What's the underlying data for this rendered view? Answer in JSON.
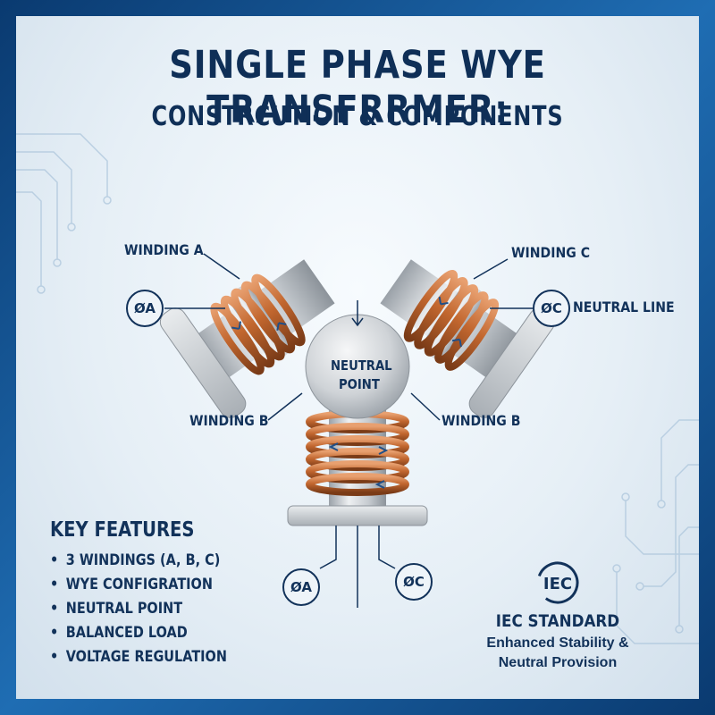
{
  "title": {
    "line1": "SINGLE PHASE WYE TRANSFRRMER:",
    "line2": "CONSTRCUTION & COMPONENTS"
  },
  "labels": {
    "winding_a": "WINDING A",
    "winding_c": "WINDING C",
    "winding_b_left": "WINDING B",
    "winding_b_right": "WINDING B",
    "neutral_line": "NEUTRAL LINE",
    "neutral_point_1": "NEUTRAL",
    "neutral_point_2": "POINT"
  },
  "phases": {
    "a_left": "ØA",
    "c_right": "ØC",
    "a_bottom": "ØA",
    "c_bottom": "ØC"
  },
  "features": {
    "heading": "KEY FEATURES",
    "items": [
      "3 WINDINGS (A, B, C)",
      "WYE CONFIGRATION",
      "NEUTRAL POINT",
      "BALANCED LOAD",
      "VOLTAGE REGULATION"
    ]
  },
  "standard": {
    "logo": "IEC",
    "title": "IEC STANDARD",
    "line1": "Enhanced Stability &",
    "line2": "Neutral Provision"
  },
  "colors": {
    "navy": "#12325a",
    "frame": "#0d4a86",
    "copper": "#c2672f",
    "steel": "#c8ccd0"
  }
}
